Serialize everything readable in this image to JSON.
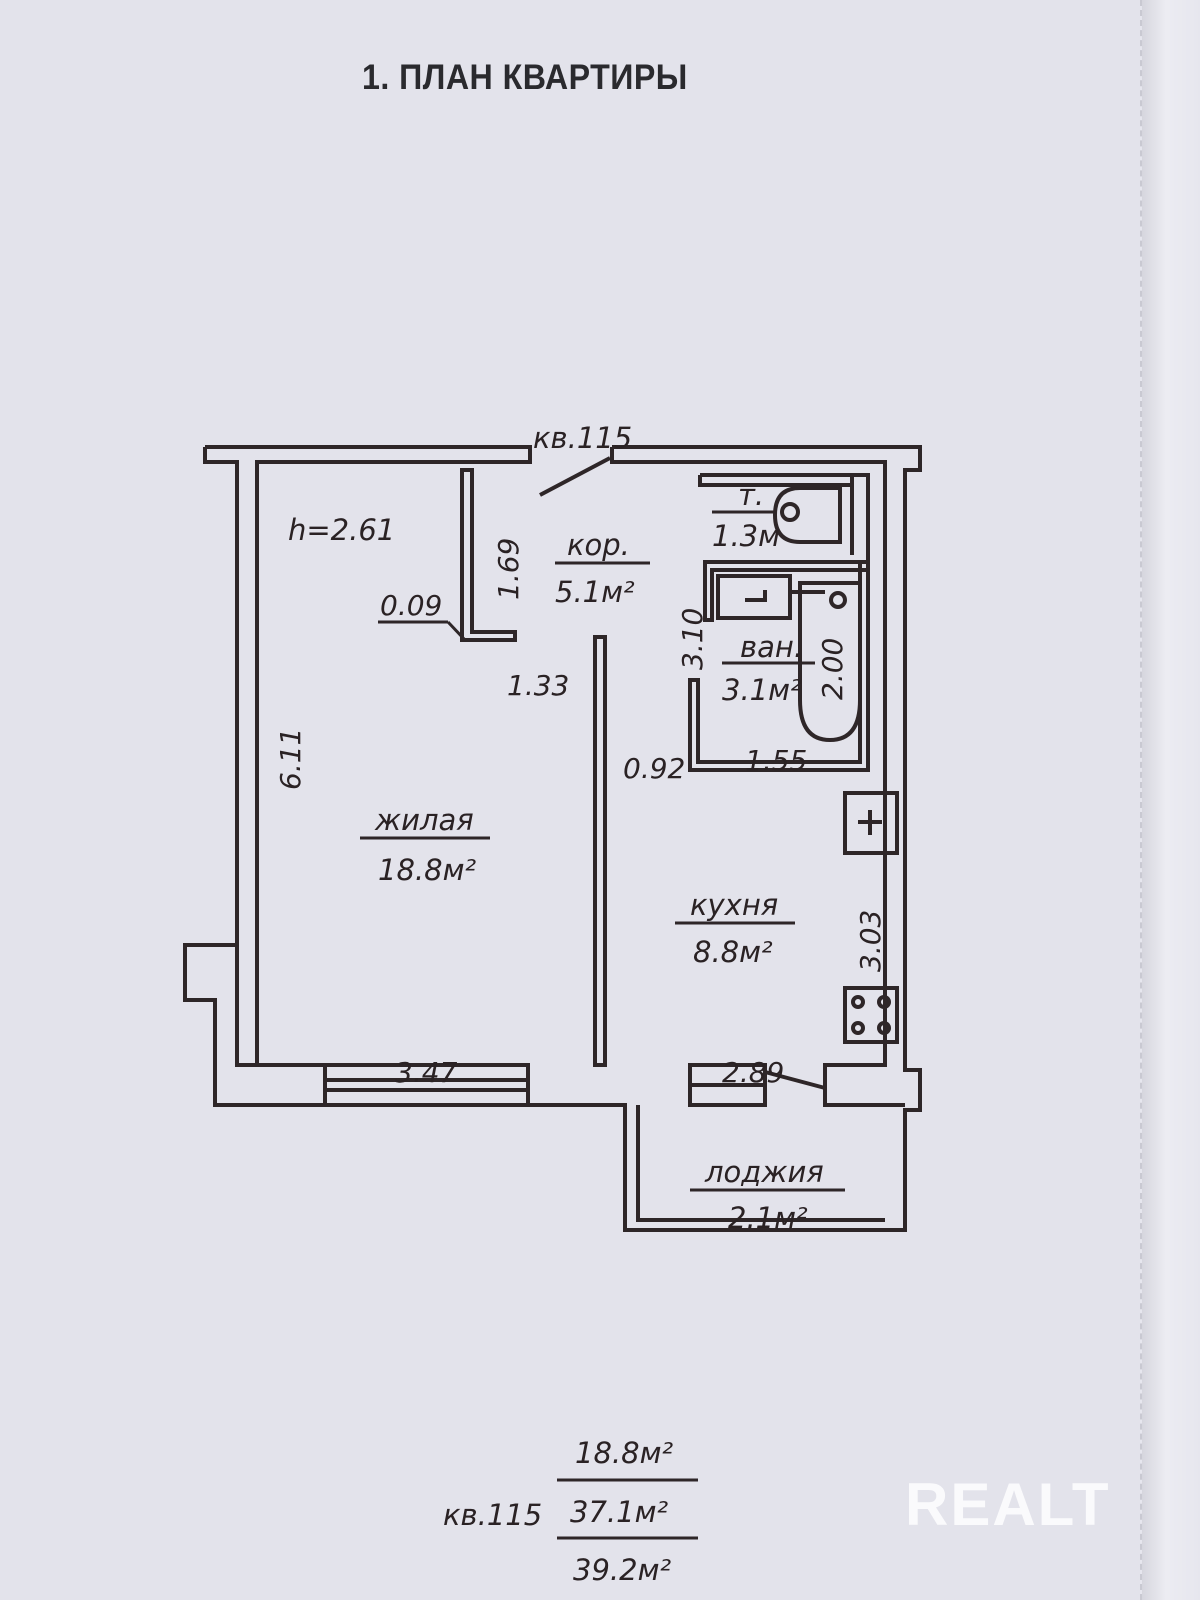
{
  "title": "1. ПЛАН КВАРТИРЫ",
  "apartment_label": "кв.115",
  "ceiling_height": "h=2.61",
  "rooms": {
    "living": {
      "name": "жилая",
      "area": "18.8м²"
    },
    "corridor": {
      "name": "кор.",
      "area": "5.1м²"
    },
    "toilet": {
      "name": "т.",
      "area": "1.3м"
    },
    "bath": {
      "name": "ван.",
      "area": "3.1м²"
    },
    "kitchen": {
      "name": "кухня",
      "area": "8.8м²"
    },
    "loggia": {
      "name": "лоджия",
      "area": "2.1м²"
    }
  },
  "dimensions": {
    "closet_depth": "1.69",
    "closet_wall": "0.09",
    "closet_width": "1.33",
    "living_length": "6.11",
    "living_width": "3.47",
    "bath_length": "3.10",
    "tub_length": "2.00",
    "passage": "0.92",
    "bath_width": "1.55",
    "kitchen_length": "3.03",
    "kitchen_width": "2.89"
  },
  "summary": {
    "apartment": "кв.115",
    "living_area": "18.8м²",
    "total_area": "37.1м²",
    "total_with_loggia": "39.2м²"
  },
  "watermark": "REALT"
}
